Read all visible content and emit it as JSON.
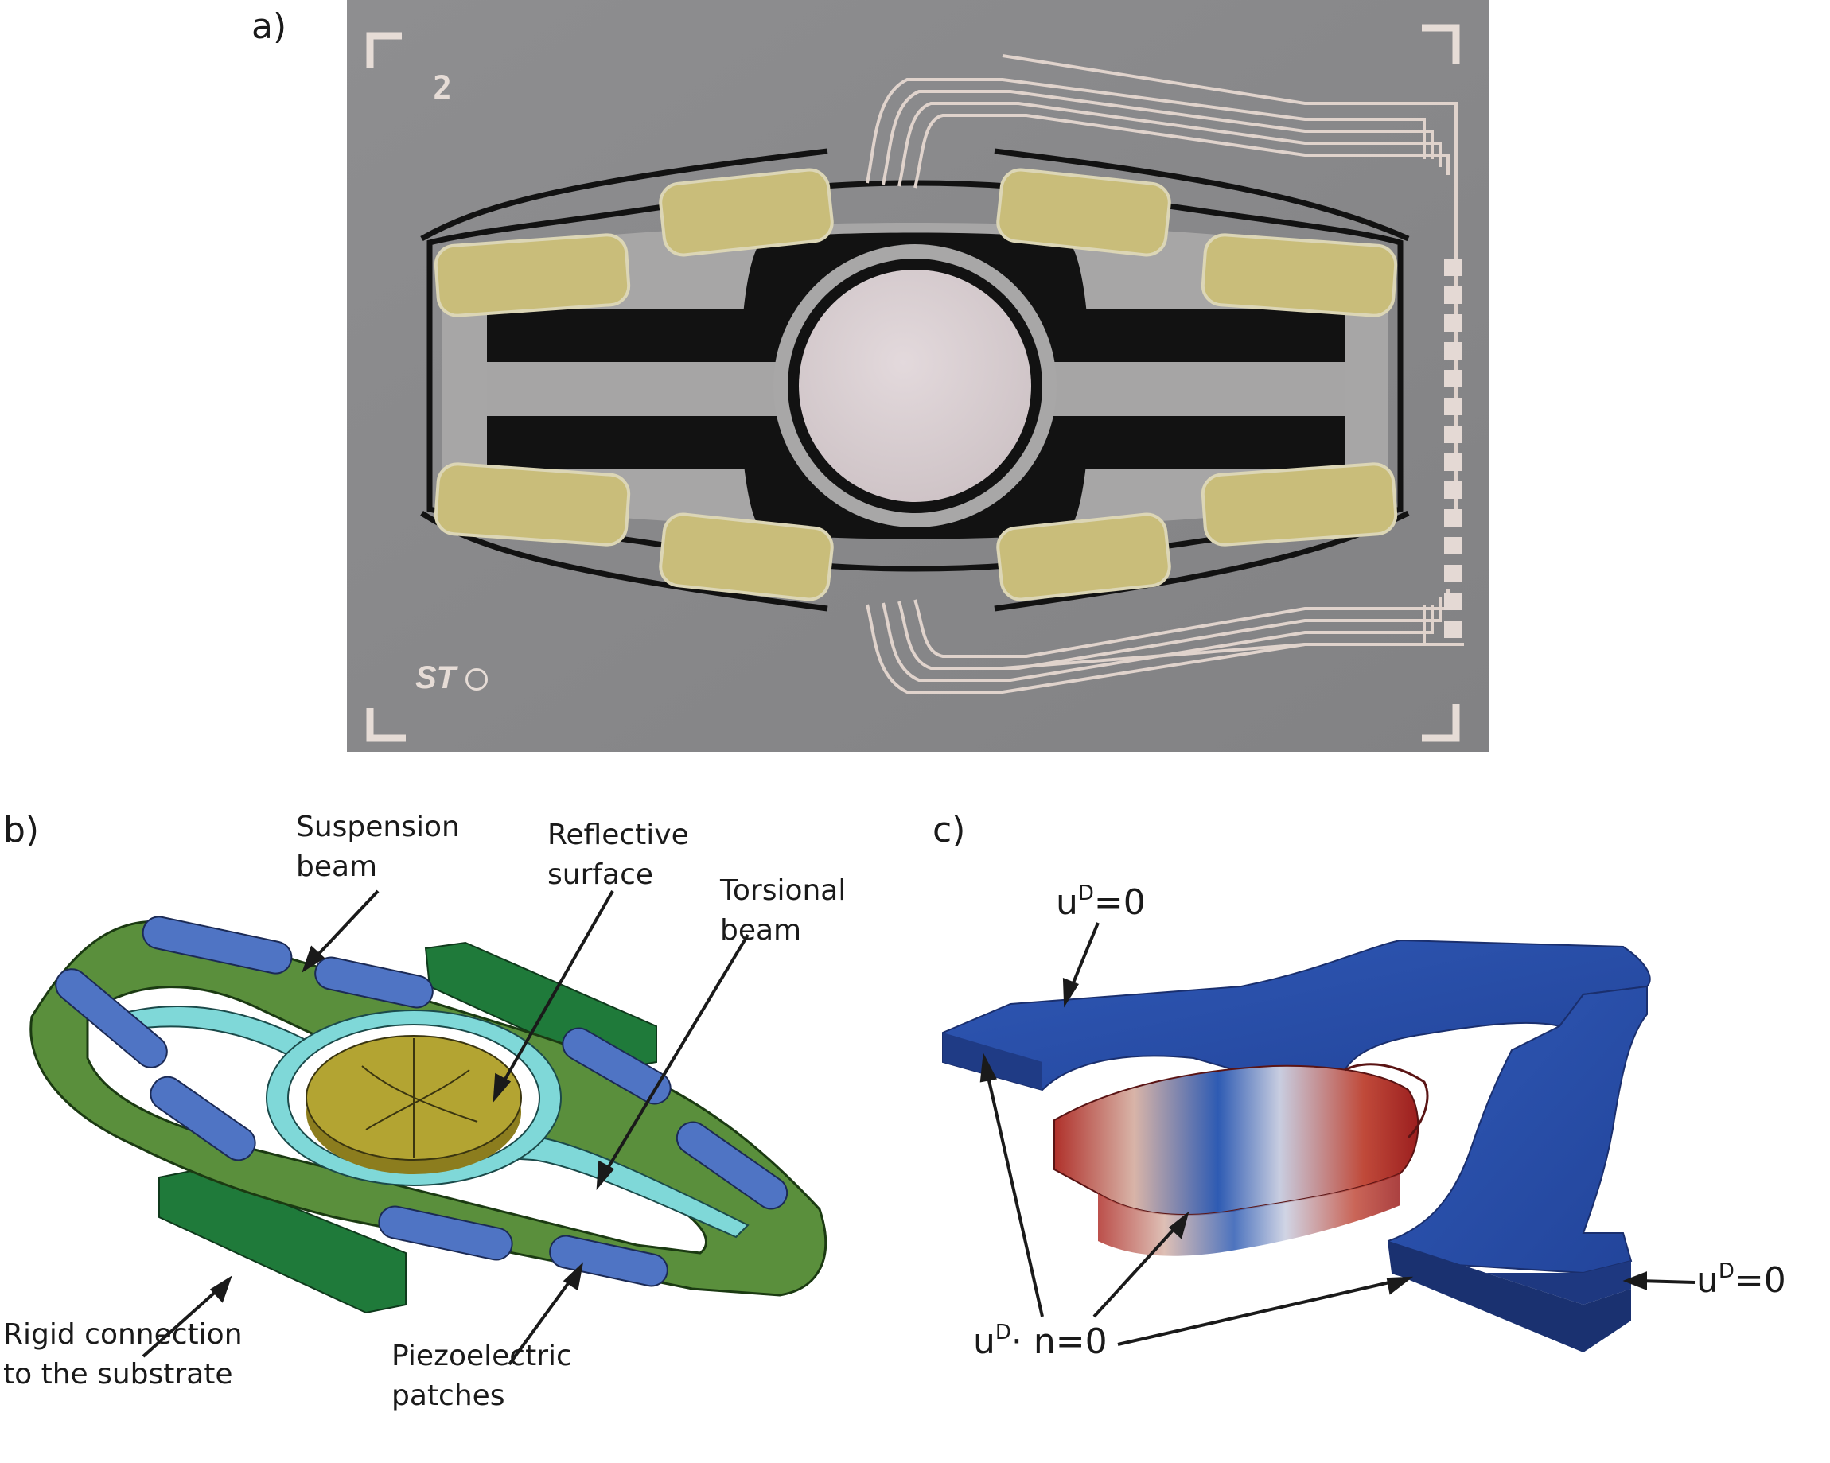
{
  "panels": {
    "a": {
      "label": "a)",
      "chip_number": "2",
      "logo_text": "ST"
    },
    "b": {
      "label": "b)",
      "callouts": {
        "suspension_beam": [
          "Suspension",
          "beam"
        ],
        "reflective_surface": [
          "Reflective",
          "surface"
        ],
        "torsional_beam": [
          "Torsional",
          "beam"
        ],
        "rigid_connection": [
          "Rigid connection",
          "to the substrate"
        ],
        "piezoelectric_patches": [
          "Piezoelectric",
          "patches"
        ]
      }
    },
    "c": {
      "label": "c)",
      "bc_top": {
        "prefix": "u",
        "sup": "D",
        "suffix": "=0"
      },
      "bc_right": {
        "prefix": "u",
        "sup": "D",
        "suffix": "=0"
      },
      "bc_bottom": {
        "prefix": "u",
        "sup": "D",
        "suffix": "· n=0"
      }
    }
  },
  "colors": {
    "chip_background": "#8a8a8c",
    "trench": "#121212",
    "patch_gold": "#c9bd7a",
    "mirror": "#d9ced1",
    "frame_green": "#5a8f3c",
    "torsion_cyan": "#7fd8d8",
    "patch_blue": "#4f74c4",
    "anchor_green": "#1f7a3a",
    "mirror_olive": "#b3a432",
    "mesh_blue": "#2a4fa8",
    "mesh_red": "#b0312b"
  }
}
